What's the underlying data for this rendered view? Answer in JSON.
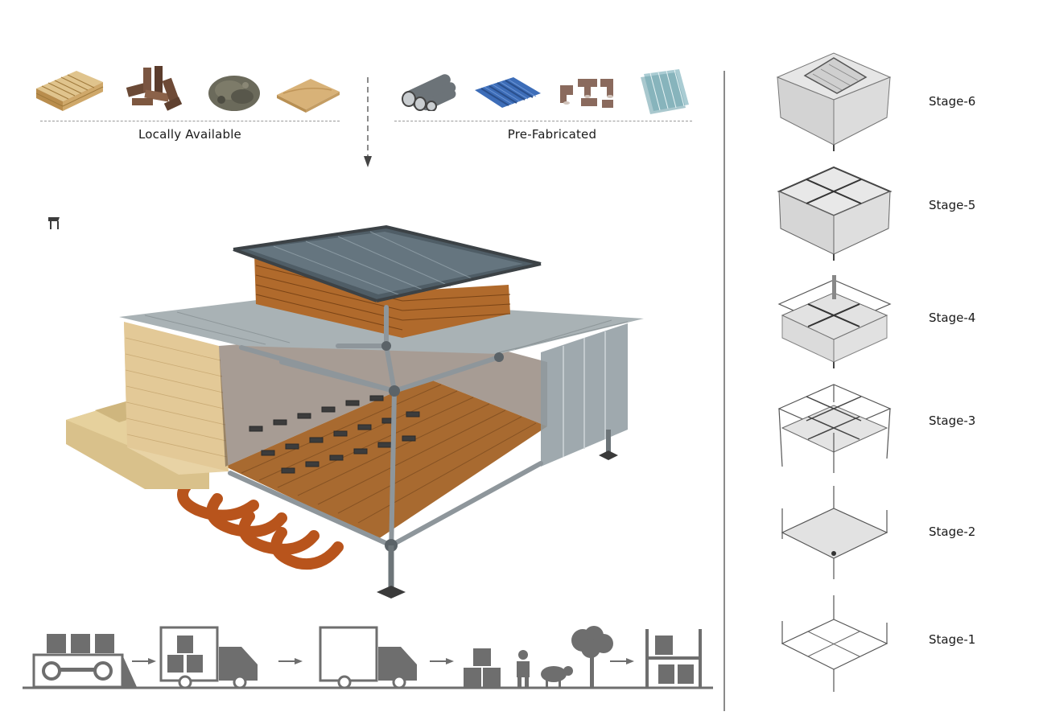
{
  "materials": {
    "local": {
      "label": "Locally Available",
      "items": [
        {
          "icon": "timber-planks-icon"
        },
        {
          "icon": "timber-blocks-icon"
        },
        {
          "icon": "straw-fibre-icon"
        },
        {
          "icon": "jute-fabric-icon"
        }
      ]
    },
    "prefab": {
      "label": "Pre-Fabricated",
      "items": [
        {
          "icon": "steel-pipes-icon"
        },
        {
          "icon": "corrugated-sheet-icon"
        },
        {
          "icon": "pipe-fittings-icon"
        },
        {
          "icon": "polycarbonate-panel-icon"
        }
      ]
    }
  },
  "stages": [
    {
      "label": "Stage-6"
    },
    {
      "label": "Stage-5"
    },
    {
      "label": "Stage-4"
    },
    {
      "label": "Stage-3"
    },
    {
      "label": "Stage-2"
    },
    {
      "label": "Stage-1"
    }
  ],
  "process_flow": [
    {
      "icon": "factory-conveyor-icon"
    },
    {
      "icon": "loaded-truck-icon"
    },
    {
      "icon": "empty-truck-icon"
    },
    {
      "icon": "boxes-person-sheep-tree-icon"
    },
    {
      "icon": "storage-shelf-icon"
    }
  ],
  "colors": {
    "steel": "#8e969b",
    "timber": "#b06a2c",
    "floor": "#a86a30",
    "roof": "#a9b2b5",
    "pipe": "#b8541c",
    "hay": "#d8c089",
    "icon_grey": "#6e6e6e"
  }
}
